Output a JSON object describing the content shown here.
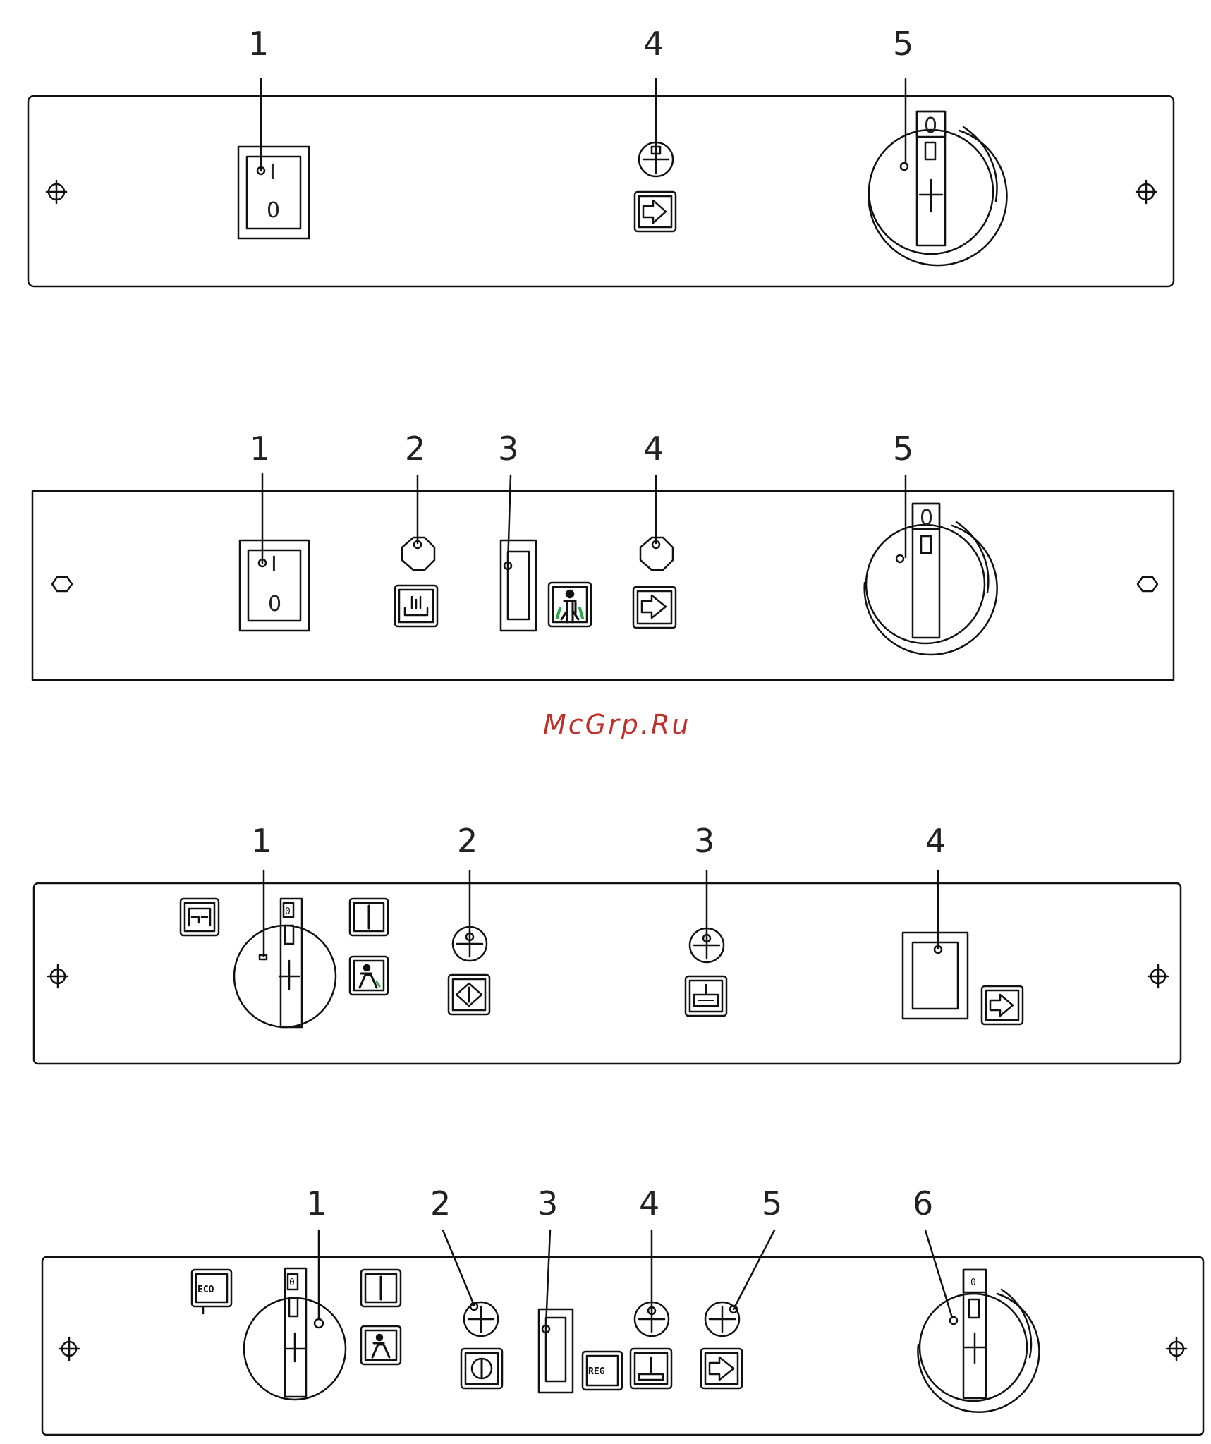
{
  "watermark": {
    "text": "McGrp.Ru",
    "color": "#c0302a"
  },
  "panels": [
    {
      "callouts": [
        "1",
        "4",
        "5"
      ],
      "switch_labels": {
        "on": "I",
        "off": "0"
      },
      "dial_label": "0"
    },
    {
      "callouts": [
        "1",
        "2",
        "3",
        "4",
        "5"
      ],
      "switch_labels": {
        "on": "I",
        "off": "0"
      },
      "dial_label": "0"
    },
    {
      "callouts": [
        "1",
        "2",
        "3",
        "4"
      ],
      "dial_label": "0"
    },
    {
      "callouts": [
        "1",
        "2",
        "3",
        "4",
        "5",
        "6"
      ],
      "dial_label": "0",
      "dial2_label": "0",
      "eco_label": "ECO",
      "reg_label": "REG"
    }
  ],
  "colors": {
    "line": "#111111",
    "accent": "#2aa84a"
  },
  "icons": [
    "screw-icon",
    "arrow-right-icon",
    "crosshair-icon",
    "steam-tray-icon",
    "person-icon",
    "power-icon",
    "rack-icon"
  ]
}
